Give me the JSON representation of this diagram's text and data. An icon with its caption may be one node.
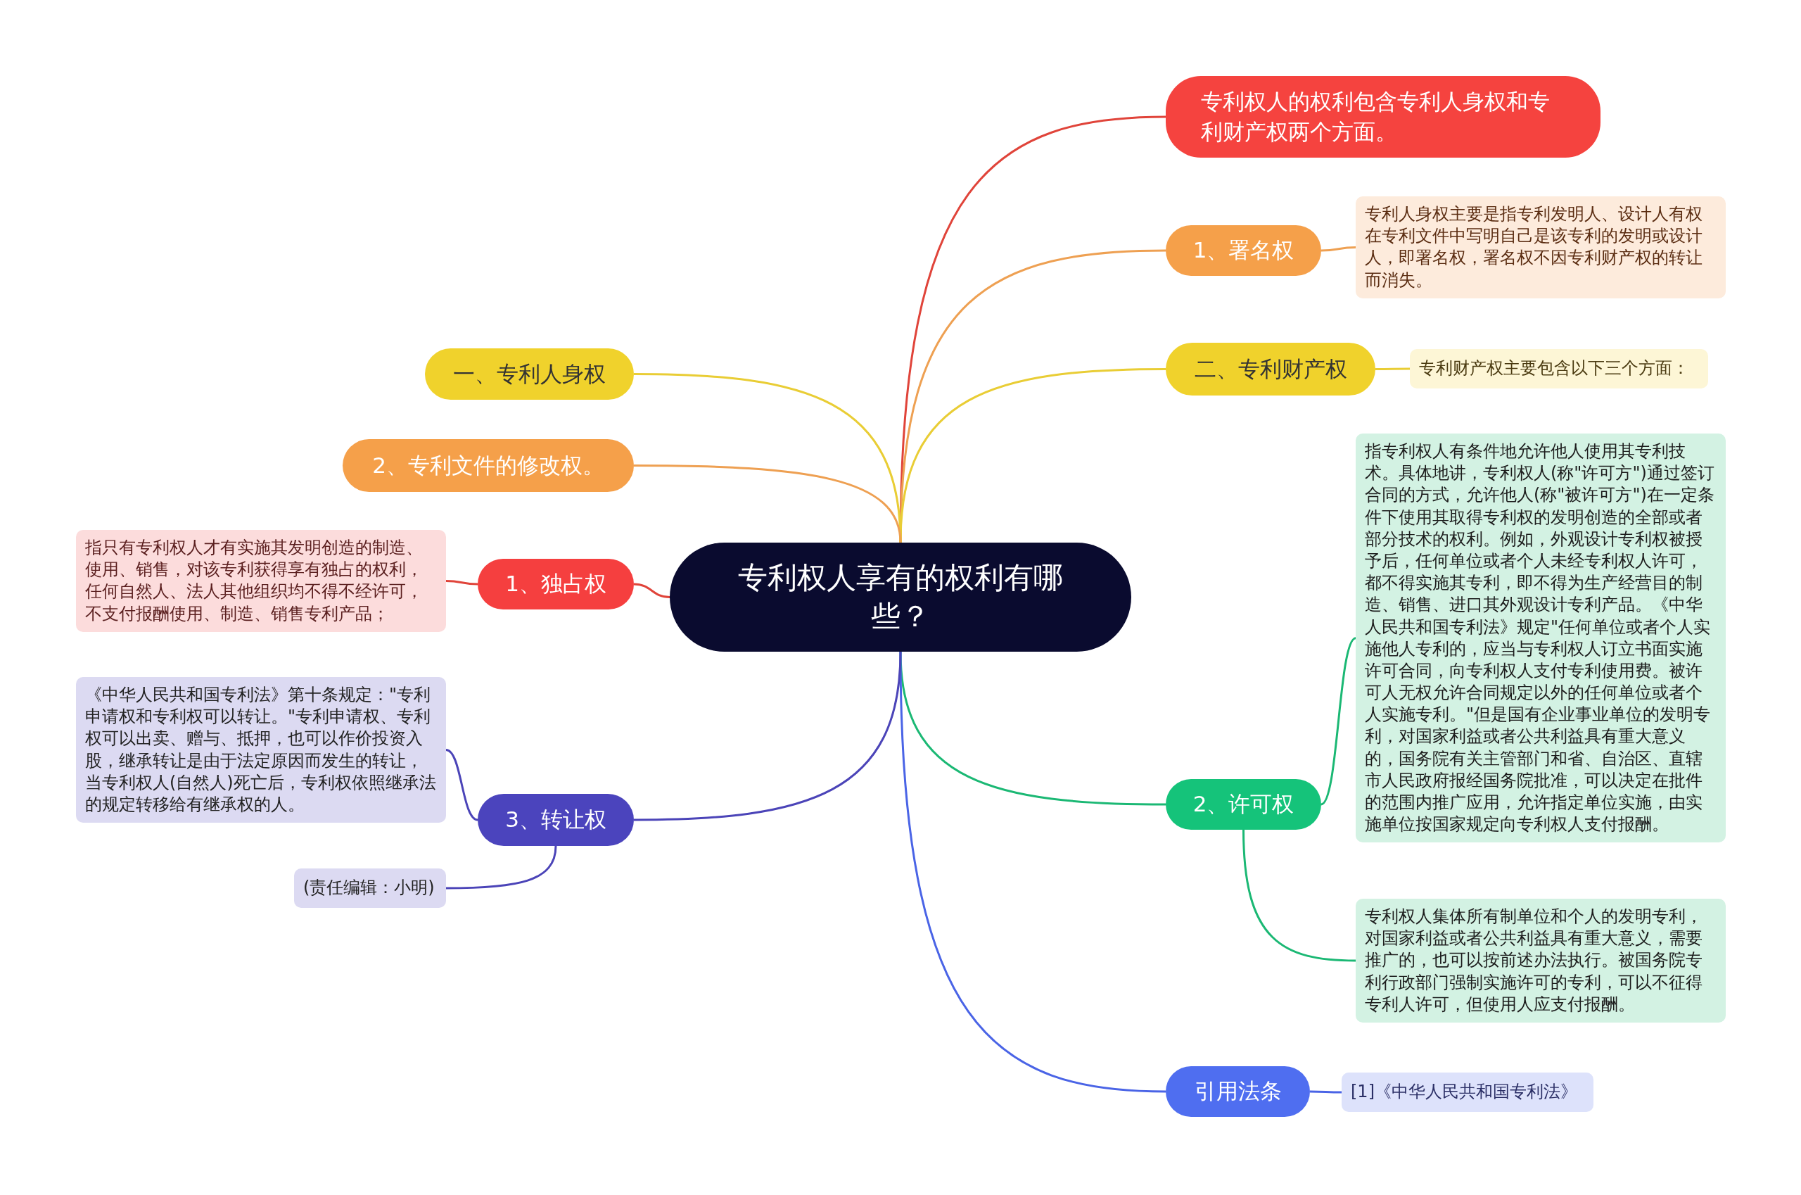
{
  "diagram": {
    "nodes": [
      {
        "text": [
          "专利权人享有的权利有哪些？"
        ]
      },
      {
        "text": [
          "专利权人的权利包含专利人身权和专利财产权两个方面。"
        ]
      },
      {
        "text": [
          "1、署名权"
        ]
      },
      {
        "text": [
          "专利人身权主要是指专利发明人、设计人有权在专利文件中写明自己是该专利的发明或设计人，即署名权，署名权不因专利财产权的转让而消失。"
        ]
      },
      {
        "text": [
          "二、专利财产权"
        ]
      },
      {
        "text": [
          "专利财产权主要包含以下三个方面："
        ]
      },
      {
        "text": [
          "2、许可权"
        ]
      },
      {
        "text": [
          "指专利权人有条件地允许他人使用其专利技术。具体地讲，专利权人(称\"许可方\")通过签订合同的方式，允许他人(称\"被许可方\")在一定条件下使用其取得专利权的发明创造的全部或者部分技术的权利。例如，外观设计专利权被授予后，任何单位或者个人未经专利权人许可，都不得实施其专利，即不得为生产经营目的制造、销售、进口其外观设计专利产品。《中华人民共和国专利法》规定\"任何单位或者个人实施他人专利的，应当与专利权人订立书面实施许可合同，向专利权人支付专利使用费。被许可人无权允许合同规定以外的任何单位或者个人实施专利。\"但是国有企业事业单位的发明专利，对国家利益或者公共利益具有重大意义的，国务院有关主管部门和省、自治区、直辖市人民政府报经国务院批准，可以决定在批件的范围内推广应用，允许指定单位实施，由实施单位按国家规定向专利权人支付报酬。"
        ]
      },
      {
        "text": [
          "专利权人集体所有制单位和个人的发明专利，对国家利益或者公共利益具有重大意义，需要推广的，也可以按前述办法执行。被国务院专利行政部门强制实施许可的专利，可以不征得专利人许可，但使用人应支付报酬。"
        ]
      },
      {
        "text": [
          "引用法条"
        ]
      },
      {
        "text": [
          "[1]《中华人民共和国专利法》"
        ]
      },
      {
        "text": [
          "一、专利人身权"
        ]
      },
      {
        "text": [
          "2、专利文件的修改权。"
        ]
      },
      {
        "text": [
          "1、独占权"
        ]
      },
      {
        "text": [
          "指只有专利权人才有实施其发明创造的制造、使用、销售，对该专利获得享有独占的权利，任何自然人、法人其他组织均不得不经许可，不支付报酬使用、制造、销售专利产品；"
        ]
      },
      {
        "text": [
          "3、转让权"
        ]
      },
      {
        "text": [
          "《中华人民共和国专利法》第十条规定：\"专利申请权和专利权可以转让。\"专利申请权、专利权可以出卖、赠与、抵押，也可以作价投资入股，继承转让是由于法定原因而发生的转让，当专利权人(自然人)死亡后，专利权依照继承法的规定转移给有继承权的人。"
        ]
      },
      {
        "text": [
          "(责任编辑：小明)"
        ]
      }
    ],
    "edges": [
      {
        "from": 0,
        "to": 1,
        "arrow": "none",
        "color": "#e0443a"
      },
      {
        "from": 0,
        "to": 2,
        "arrow": "none",
        "color": "#eea052"
      },
      {
        "from": 2,
        "to": 3,
        "arrow": "none",
        "color": "#eea052"
      },
      {
        "from": 0,
        "to": 4,
        "arrow": "none",
        "color": "#e9cd35"
      },
      {
        "from": 4,
        "to": 5,
        "arrow": "none",
        "color": "#e9cd35"
      },
      {
        "from": 0,
        "to": 6,
        "arrow": "none",
        "color": "#1bb874"
      },
      {
        "from": 6,
        "to": 7,
        "arrow": "none",
        "color": "#1bb874"
      },
      {
        "from": 6,
        "to": 8,
        "arrow": "none",
        "color": "#1bb874"
      },
      {
        "from": 0,
        "to": 9,
        "arrow": "none",
        "color": "#4a64e6"
      },
      {
        "from": 9,
        "to": 10,
        "arrow": "none",
        "color": "#4a64e6"
      },
      {
        "from": 0,
        "to": 11,
        "arrow": "none",
        "color": "#e9cd35"
      },
      {
        "from": 0,
        "to": 12,
        "arrow": "none",
        "color": "#eea052"
      },
      {
        "from": 0,
        "to": 13,
        "arrow": "none",
        "color": "#e0443a"
      },
      {
        "from": 13,
        "to": 14,
        "arrow": "none",
        "color": "#e0443a"
      },
      {
        "from": 0,
        "to": 15,
        "arrow": "none",
        "color": "#4b44b8"
      },
      {
        "from": 15,
        "to": 16,
        "arrow": "none",
        "color": "#4b44b8"
      },
      {
        "from": 15,
        "to": 17,
        "arrow": "none",
        "color": "#4b44b8"
      }
    ]
  }
}
